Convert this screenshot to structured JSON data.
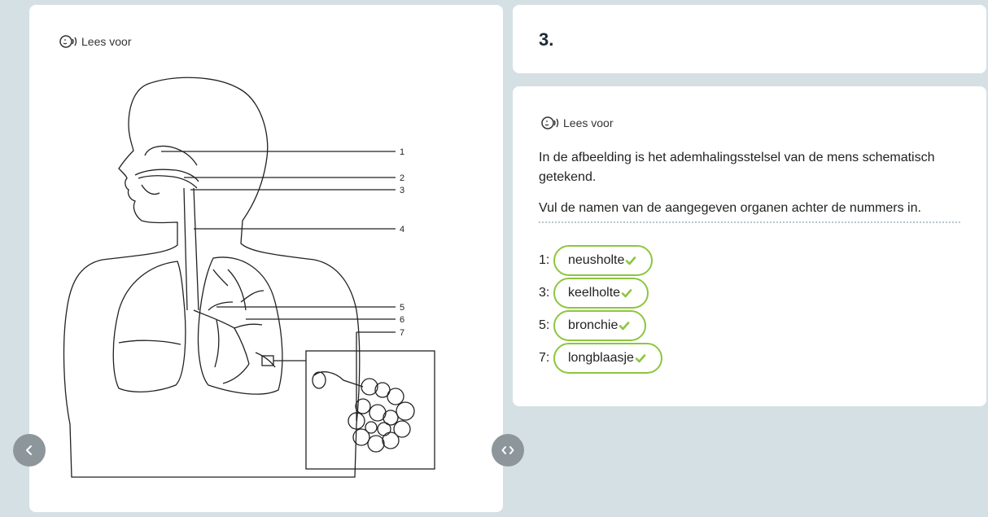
{
  "left_panel": {
    "read_aloud_label": "Lees voor",
    "diagram_labels": [
      "1",
      "2",
      "3",
      "4",
      "5",
      "6",
      "7"
    ]
  },
  "question": {
    "number": "3.",
    "read_aloud_label": "Lees voor",
    "intro": "In de afbeelding is het ademhalingsstelsel van de mens schematisch getekend.",
    "instruction": "Vul de namen van de aangegeven organen achter de nummers in.",
    "answers": [
      {
        "number": "1:",
        "value": "neusholte",
        "status": "correct"
      },
      {
        "number": "3:",
        "value": "keelholte",
        "status": "correct"
      },
      {
        "number": "5:",
        "value": "bronchie",
        "status": "correct"
      },
      {
        "number": "7:",
        "value": "longblaasje",
        "status": "correct"
      }
    ]
  },
  "colors": {
    "background": "#d5e0e5",
    "correct_border": "#8dc63f",
    "nav_button": "#8c969b"
  },
  "icons": {
    "read_aloud": "speaker-head-icon",
    "check": "checkmark-icon",
    "prev": "chevron-left-icon",
    "toggle": "chevron-left-right-icon"
  }
}
